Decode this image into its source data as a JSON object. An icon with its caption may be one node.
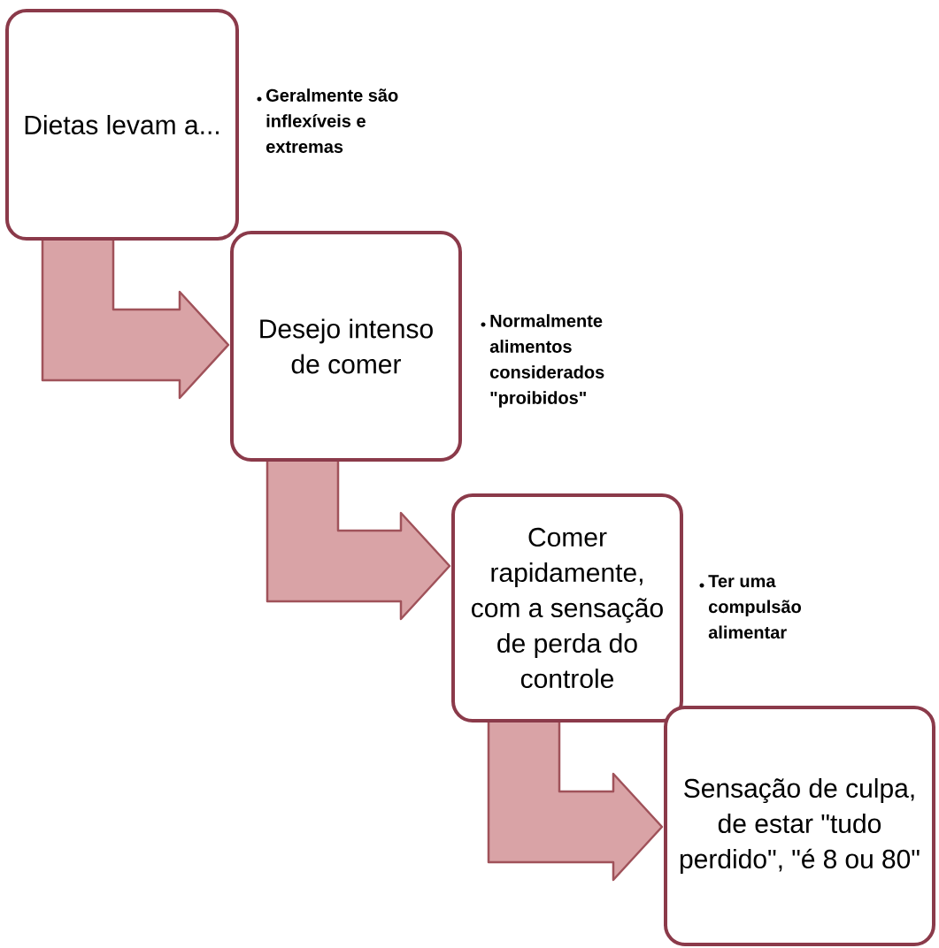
{
  "diagram": {
    "nodes": [
      {
        "text": [
          "Dietas levam a..."
        ],
        "beside": [
          "Geralmente são inflexíveis e extremas"
        ]
      },
      {
        "text": [
          "Desejo intenso de comer"
        ],
        "beside": [
          "Normalmente alimentos considerados \"proibidos\""
        ]
      },
      {
        "text": [
          "Comer rapidamente, com a sensação de perda do controle"
        ],
        "beside": [
          "Ter uma compulsão alimentar"
        ]
      },
      {
        "text": [
          "Sensação de culpa, de estar \"tudo perdido\", \"é 8 ou 80\""
        ]
      }
    ],
    "edges": [
      {
        "from": 0,
        "to": 1,
        "arrow": "to"
      },
      {
        "from": 1,
        "to": 2,
        "arrow": "to"
      },
      {
        "from": 2,
        "to": 3,
        "arrow": "to"
      }
    ]
  }
}
